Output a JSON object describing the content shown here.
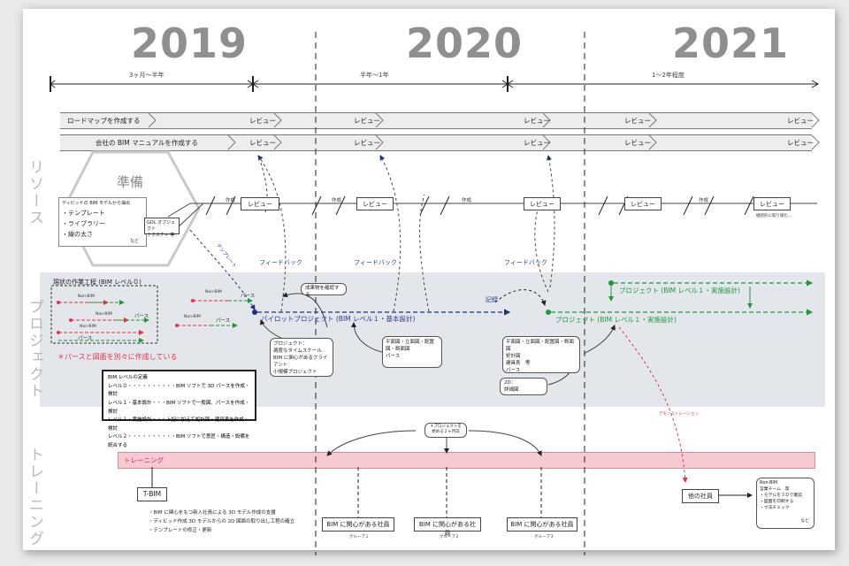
{
  "years": [
    "2019",
    "2020",
    "2021"
  ],
  "periods": [
    "3ヶ月〜半年",
    "半年〜1年",
    "1〜2年程度"
  ],
  "rows": {
    "resource": "リソース",
    "project": "プロジェクト",
    "training": "トレーニング"
  },
  "roadmap": {
    "label": "ロードマップを作成する",
    "reviews": [
      "レビュー",
      "レビュー",
      "レビュー",
      "レビュー",
      "レビュー"
    ]
  },
  "manual": {
    "label": "会社の BIM マニュアルを作成する",
    "reviews": [
      "レビュー",
      "レビュー",
      "レビュー",
      "レビュー",
      "レビュー"
    ]
  },
  "prep": {
    "title": "準備",
    "intro": "ディビッドの BIM モデルから抽出",
    "items": [
      "・テンプレート",
      "・ライブラリー",
      "・線の太さ"
    ],
    "etc": "など",
    "gdl": [
      "GDL オブジェクト",
      "テクスチャ 等"
    ],
    "template_label": "テンプレート"
  },
  "timeline": {
    "create_labels": [
      "作成",
      "作成",
      "作成",
      "作成"
    ],
    "review_boxes": [
      "レビュー",
      "レビュー",
      "レビュー",
      "レビュー",
      "レビュー"
    ],
    "end_note": "継続的に取り組む…"
  },
  "feedback": [
    "フィードバック",
    "フィードバック",
    "フィードバック"
  ],
  "current": {
    "title": "現状の作業工程 (BIM レベル０)",
    "nonbim": [
      "Non-BIM",
      "Non-BIM",
      "Non-BIM"
    ],
    "perse": [
      "パース",
      "パース"
    ],
    "warning": "＊パースと図面を別々に作成している"
  },
  "mini_flows": [
    {
      "top": "Non-BIM",
      "side": "パース"
    },
    {
      "top": "Non-BIM",
      "side": "パース"
    }
  ],
  "confirm_note": "成果物を確認する",
  "pilot": {
    "label": "パイロットプロジェクト (BIM レベル１・基本設計)",
    "note": [
      "プロジェクト：",
      "適度なタイムスケール",
      "BIM に関心があるクライアント",
      "小規模プロジェクト"
    ]
  },
  "record_label": "記録",
  "basic_outputs": [
    "平面図・立面図・配置図・断面図",
    "パース"
  ],
  "detail_outputs": [
    "平面図・立面図・配置図・断面図",
    "矩計図",
    "建具表　等",
    "パース"
  ],
  "twod_note": [
    "2D：",
    "詳細図"
  ],
  "projects": [
    "プロジェクト (BIM レベル１・実施設計)",
    "プロジェクト (BIM レベル１・実施設計)"
  ],
  "demo_label": "デモンストレーション",
  "definitions": {
    "title": "BIM レベルの定義",
    "lines": [
      "レベル０・・・・・・・・・・BIM ソフトで 3D パースを作成・検討",
      "レベル１・基本設計・・・BIM ソフトで一般図、パースを作成・検討",
      "レベル１・実施設計・・・上記に加えて矩計図・建具表を作成・検討",
      "レベル２・・・・・・・・・・BIM ソフトで意匠・構造・設備を統合する"
    ]
  },
  "training": {
    "label": "トレーニング",
    "tbim": "T-BIM",
    "tbim_items": [
      "・BIM に関心をもつ新入社員による 3D モデル作成の支援",
      "・ディビッド作成 3D モデルからの 2D 図面の取り出し工程の確立",
      "・テンプレートの修正・更新"
    ],
    "every2months": [
      "＊プロジェクトを",
      "始める２ヶ月前"
    ],
    "interested": [
      "BIM に関心がある社員",
      "BIM に関心がある社員",
      "BIM に関心がある社員"
    ],
    "groups": [
      "グループ１",
      "グループ２",
      "グループ３"
    ],
    "other_staff": "他の社員",
    "nonbim_note": [
      "Non-BIM",
      "営業チーム　等",
      "・モデルを３Ｄで確認",
      "・図面を印刷する",
      "・寸法チェック"
    ],
    "nonbim_etc": "など"
  }
}
